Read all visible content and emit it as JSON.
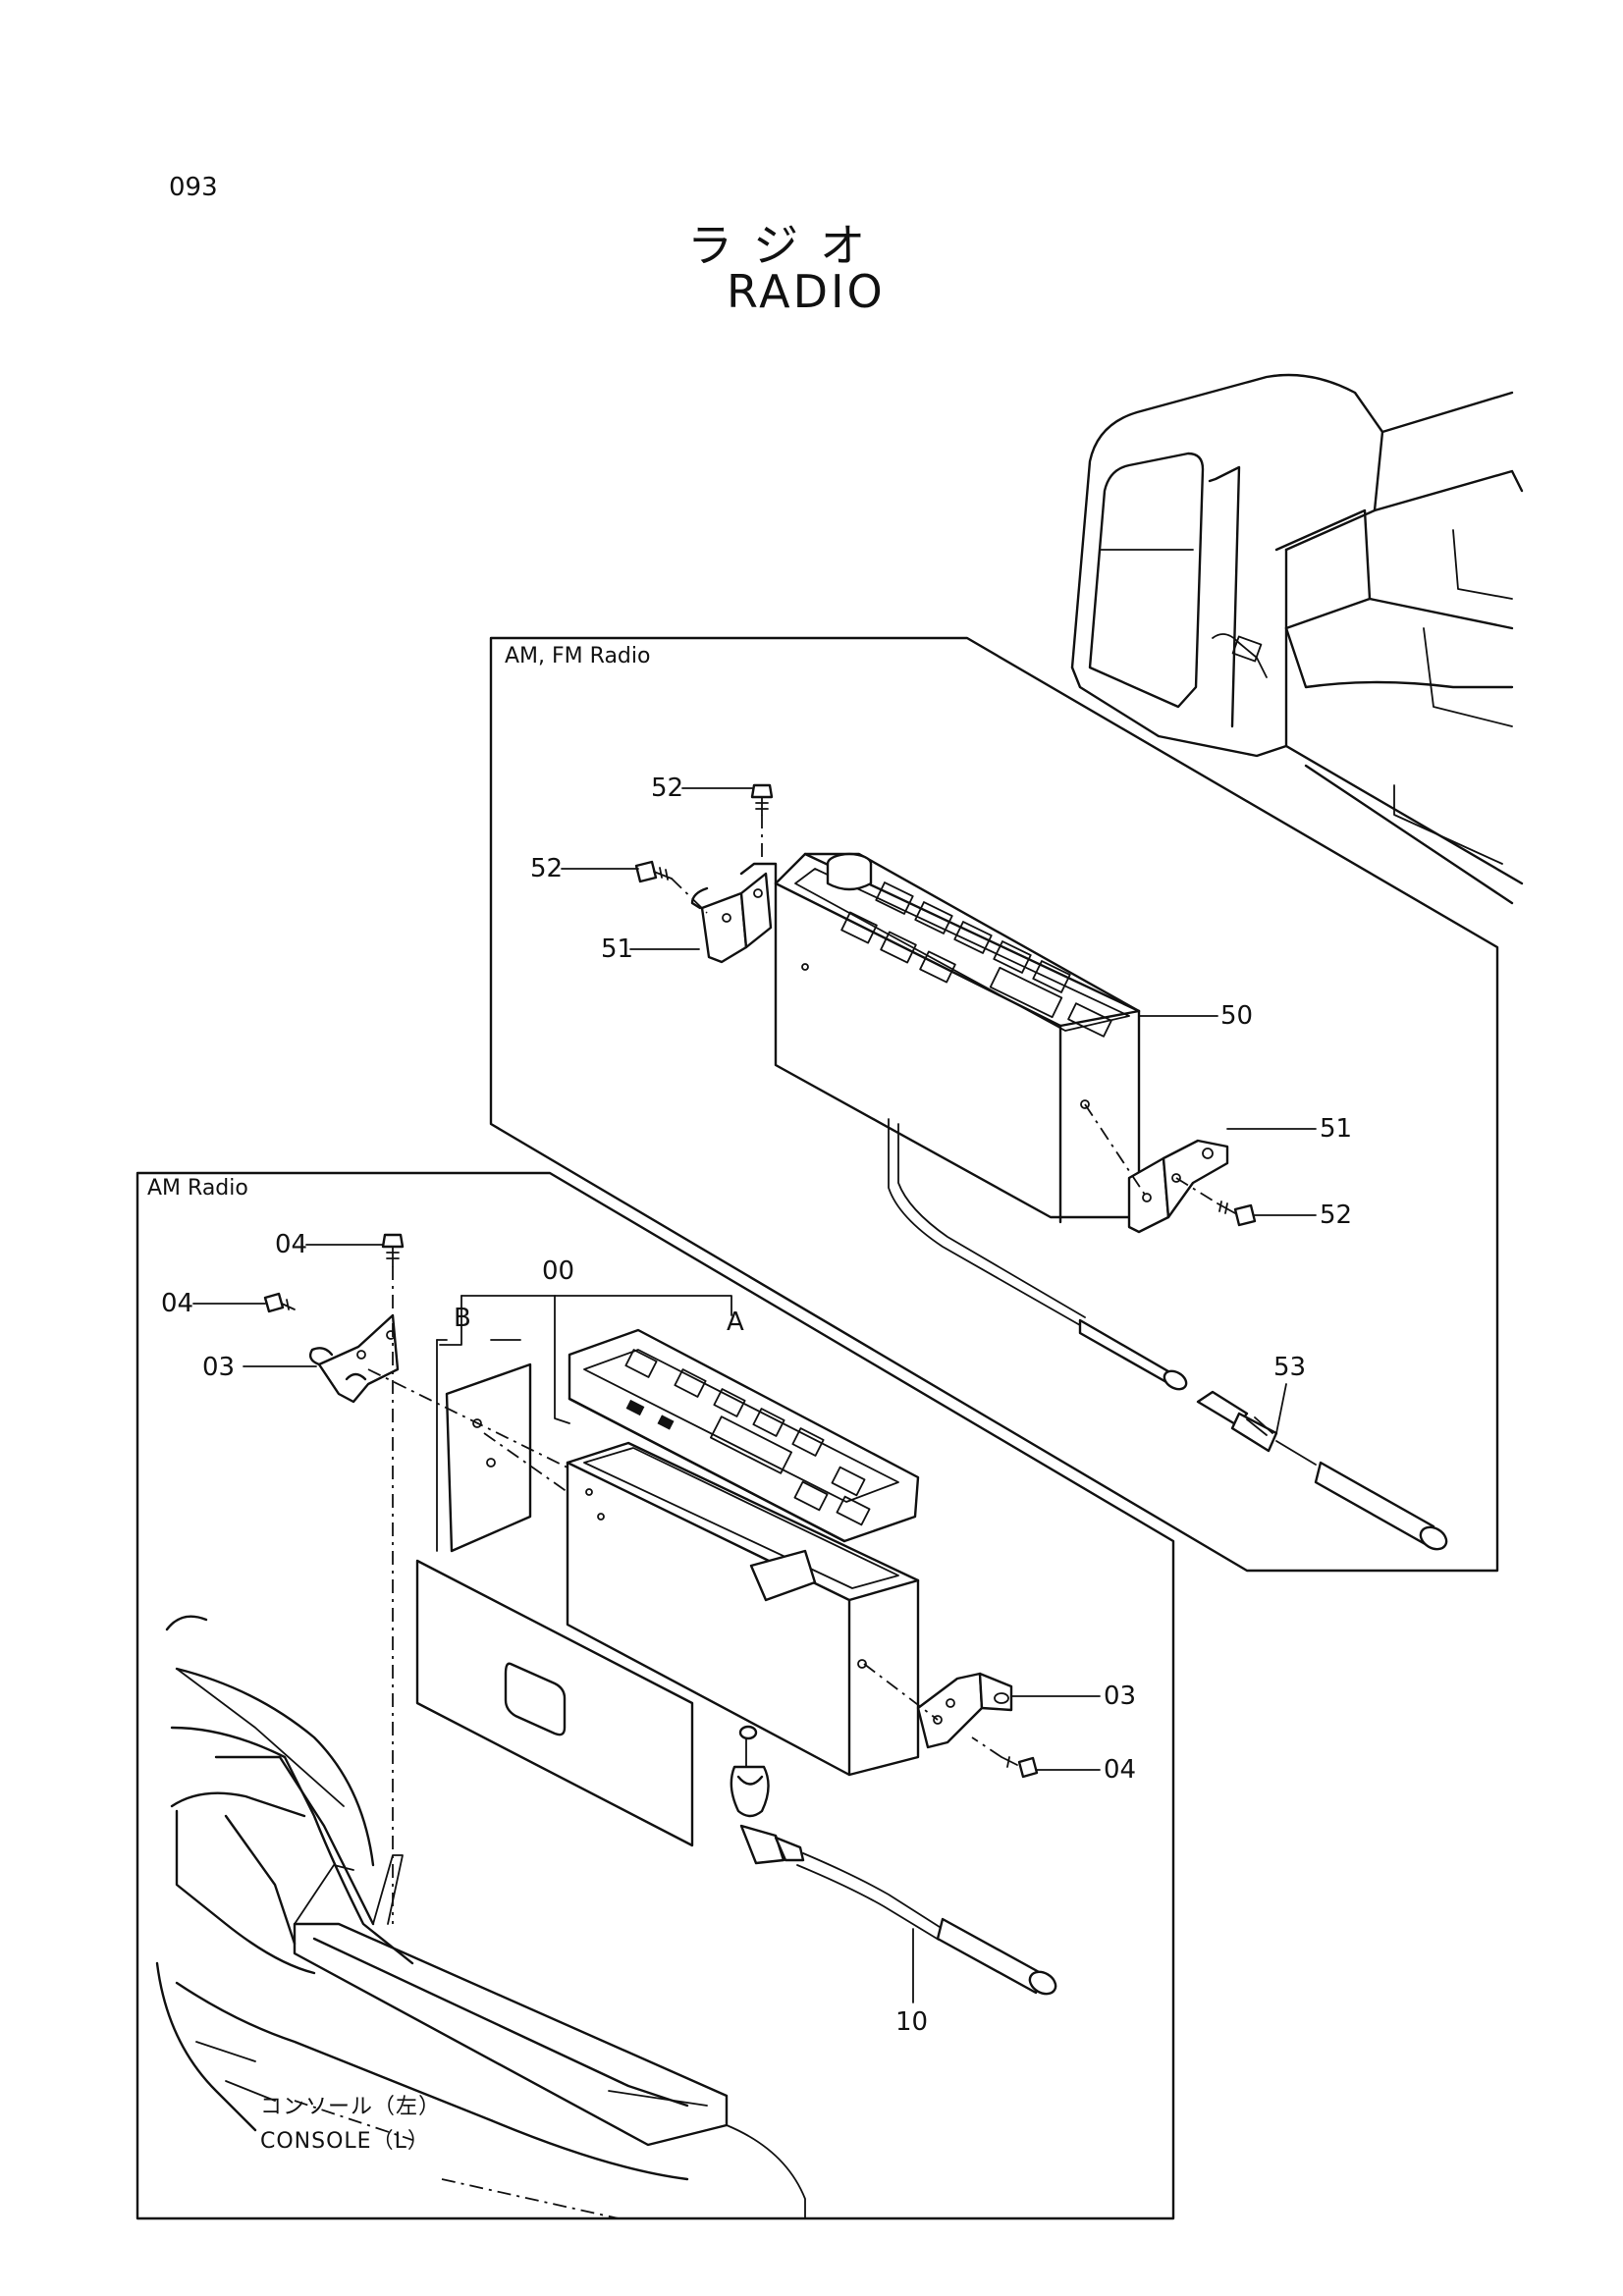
{
  "page_number": "093",
  "title_jp": "ラジオ",
  "title_en": "RADIO",
  "panels": {
    "amfm": {
      "label": "AM, FM Radio"
    },
    "am": {
      "label": "AM Radio"
    }
  },
  "callouts": {
    "c52_top": "52",
    "c52_left": "52",
    "c51_left": "51",
    "c50": "50",
    "c51_right": "51",
    "c52_right": "52",
    "c53": "53",
    "c00": "00",
    "cB": "B",
    "cA": "A",
    "c04_top": "04",
    "c04_left": "04",
    "c03_left": "03",
    "c03_right": "03",
    "c04_right": "04",
    "c10": "10"
  },
  "console": {
    "jp": "コンソール（左）",
    "en": "CONSOLE（L）"
  },
  "icons": [
    "excavator-cab-icon",
    "radio-unit-icon",
    "mounting-bracket-icon",
    "bolt-icon",
    "antenna-cable-icon",
    "console-icon"
  ]
}
